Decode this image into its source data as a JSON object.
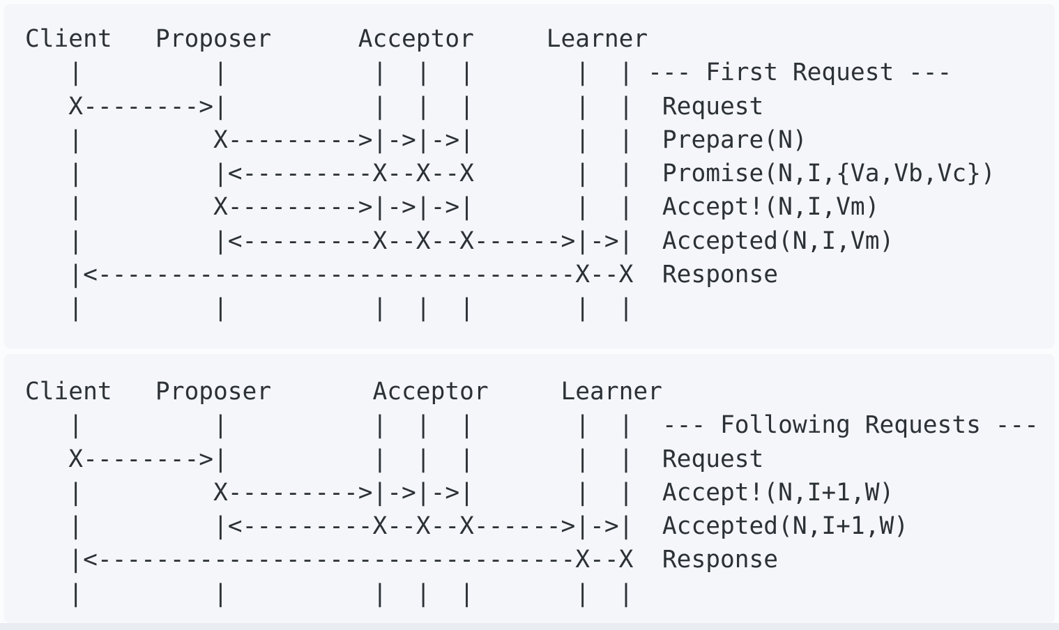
{
  "colors": {
    "page_background": "#fbfcfe",
    "block_background": "#f4f6f9",
    "text": "#2c3136",
    "bottom_edge": "#e9ecf0"
  },
  "blocks": [
    {
      "id": "first-request",
      "section_label": "--- First Request ---",
      "actors": [
        "Client",
        "Proposer",
        "Acceptor",
        "Learner"
      ],
      "messages": [
        "Request",
        "Prepare(N)",
        "Promise(N,I,{Va,Vb,Vc})",
        "Accept!(N,I,Vm)",
        "Accepted(N,I,Vm)",
        "Response"
      ],
      "ascii": [
        "Client   Proposer      Acceptor     Learner",
        "   |         |          |  |  |       |  | --- First Request ---",
        "   X-------->|          |  |  |       |  |  Request",
        "   |         X--------->|->|->|       |  |  Prepare(N)",
        "   |         |<---------X--X--X       |  |  Promise(N,I,{Va,Vb,Vc})",
        "   |         X--------->|->|->|       |  |  Accept!(N,I,Vm)",
        "   |         |<---------X--X--X------>|->|  Accepted(N,I,Vm)",
        "   |<---------------------------------X--X  Response",
        "   |         |          |  |  |       |  |"
      ]
    },
    {
      "id": "following-requests",
      "section_label": "--- Following Requests ---",
      "actors": [
        "Client",
        "Proposer",
        "Acceptor",
        "Learner"
      ],
      "messages": [
        "Request",
        "Accept!(N,I+1,W)",
        "Accepted(N,I+1,W)",
        "Response"
      ],
      "ascii": [
        "Client   Proposer       Acceptor     Learner",
        "   |         |          |  |  |       |  |  --- Following Requests ---",
        "   X-------->|          |  |  |       |  |  Request",
        "   |         X--------->|->|->|       |  |  Accept!(N,I+1,W)",
        "   |         |<---------X--X--X------>|->|  Accepted(N,I+1,W)",
        "   |<---------------------------------X--X  Response",
        "   |         |          |  |  |       |  |"
      ]
    }
  ]
}
